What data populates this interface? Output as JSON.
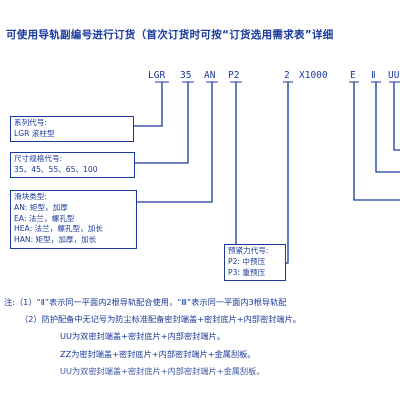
{
  "title": "可使用导轨副编号进行订货（首次订货时可按“订货选用需求表”详细",
  "code": {
    "series": "LGR",
    "size": "35",
    "slider": "AN",
    "preload": "P2",
    "count": "2",
    "times_length": "X1000",
    "accuracy": "E",
    "pair": "Ⅱ",
    "seal": "UU"
  },
  "boxes": {
    "series": [
      "系列代号:",
      "LGR  滚柱型"
    ],
    "size": [
      "尺寸规格代号:",
      "35、45、55、65、100"
    ],
    "slider": [
      "滑块类型:",
      "AN: 矩型，加厚",
      "EA: 法兰，螺孔型",
      "HEA: 法兰，螺孔型，加长",
      "HAN: 矩型，加厚，加长"
    ],
    "preload": [
      "预紧力代号:",
      "P2: 中预压",
      "P3: 重预压"
    ]
  },
  "notes": {
    "n1": "注:（1）“Ⅱ”表示同一平面内2根导轨配合使用，“Ⅲ”表示同一平面内3根导轨配",
    "n2": "（2）防护配备中无记号为防尘标准配备密封端盖+密封底片+内部密封端片。",
    "n3": "UU为双密封端盖+密封底片+内部密封端片。",
    "n4": "ZZ为密封端盖+密封底片+内部密封端片+金属刮板。",
    "n5": "UU为双密封端盖+密封底片+内部密封端片+金属刮板。"
  }
}
